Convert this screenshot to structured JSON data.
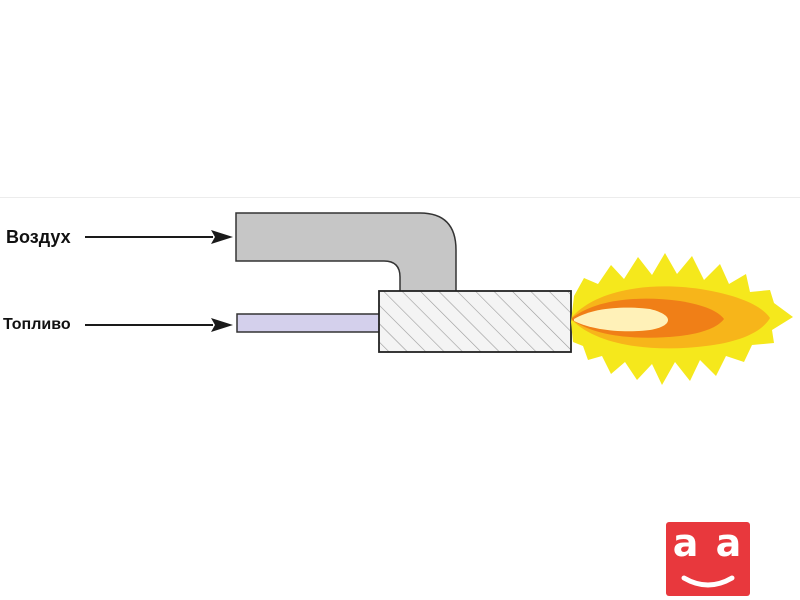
{
  "labels": {
    "air": "Воздух",
    "fuel": "Топливо"
  },
  "logo": {
    "text": "a a",
    "icon": "smile-logo-icon",
    "color": "#e8383d"
  },
  "colors": {
    "air_pipe": "#c6c6c6",
    "fuel_pipe": "#d4d0ec",
    "nozzle_fill": "#f4f4f4",
    "flame_outer": "#f5e81c",
    "flame_middle": "#f7b51a",
    "flame_inner": "#f07f17",
    "flame_core": "#fff1b8"
  }
}
